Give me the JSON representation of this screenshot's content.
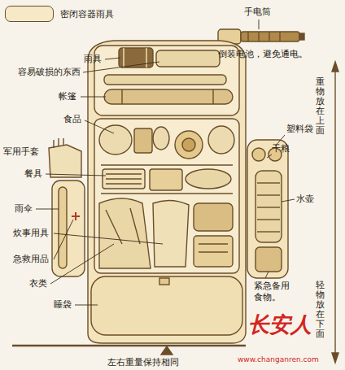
{
  "diagram": {
    "labels": [
      "手电筒",
      "倒装电池，避免通电。",
      "雨具",
      "容易破损的东西",
      "帐篷",
      "食品",
      "塑料袋",
      "干粮",
      "军用手套",
      "餐具",
      "水壶",
      "雨伞",
      "炊事用具",
      "急救用品",
      "衣类",
      "紧急备用食物。",
      "睡袋",
      "重物放在上面",
      "轻物放在下面",
      "左右重量保持相同",
      "长安人",
      "www.changanren.com"
    ],
    "legend": [
      {
        "text": "密闭容器雨具"
      }
    ]
  }
}
